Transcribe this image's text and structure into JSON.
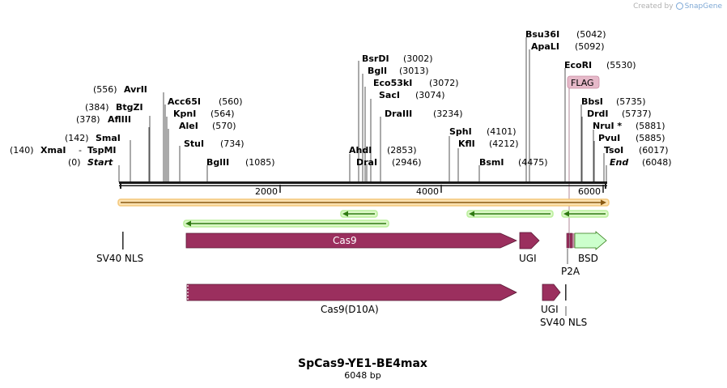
{
  "credit": {
    "prefix": "Created by",
    "brand": "SnapGene"
  },
  "map": {
    "title": "SpCas9-YE1-BE4max",
    "length_label": "6048 bp",
    "ruler_ticks": [
      {
        "pos": 2000,
        "label": "2000"
      },
      {
        "pos": 4000,
        "label": "4000"
      },
      {
        "pos": 6000,
        "label": "6000"
      }
    ]
  },
  "sites": [
    {
      "name": "Start",
      "pos": "(0)",
      "left_pos": true
    },
    {
      "name": "XmaI",
      "pos": "(140)",
      "left_pos": true
    },
    {
      "name": "TspMI",
      "pos": "",
      "left_pos": false
    },
    {
      "name": "SmaI",
      "pos": "(142)",
      "left_pos": true
    },
    {
      "name": "AflIII",
      "pos": "(378)",
      "left_pos": true
    },
    {
      "name": "BtgZI",
      "pos": "(384)",
      "left_pos": true
    },
    {
      "name": "AvrII",
      "pos": "(556)",
      "left_pos": true
    },
    {
      "name": "Acc65I",
      "pos": "(560)",
      "left_pos": false
    },
    {
      "name": "KpnI",
      "pos": "(564)",
      "left_pos": false
    },
    {
      "name": "AleI",
      "pos": "(570)",
      "left_pos": false
    },
    {
      "name": "StuI",
      "pos": "(734)",
      "left_pos": false
    },
    {
      "name": "BglII",
      "pos": "(1085)",
      "left_pos": false
    },
    {
      "name": "BsrDI",
      "pos": "(3002)",
      "left_pos": false
    },
    {
      "name": "BglI",
      "pos": "(3013)",
      "left_pos": false
    },
    {
      "name": "Eco53kI",
      "pos": "(3072)",
      "left_pos": false
    },
    {
      "name": "SacI",
      "pos": "(3074)",
      "left_pos": false
    },
    {
      "name": "DraIII",
      "pos": "(3234)",
      "left_pos": false
    },
    {
      "name": "AhdI",
      "pos": "(2853)",
      "left_pos": false
    },
    {
      "name": "DraI",
      "pos": "(2946)",
      "left_pos": false
    },
    {
      "name": "SphI",
      "pos": "(4101)",
      "left_pos": false
    },
    {
      "name": "KflI",
      "pos": "(4212)",
      "left_pos": false
    },
    {
      "name": "BsmI",
      "pos": "(4475)",
      "left_pos": false
    },
    {
      "name": "Bsu36I",
      "pos": "(5042)",
      "left_pos": false
    },
    {
      "name": "ApaLI",
      "pos": "(5092)",
      "left_pos": false
    },
    {
      "name": "EcoRI",
      "pos": "(5530)",
      "left_pos": false
    },
    {
      "name": "BbsI",
      "pos": "(5735)",
      "left_pos": false
    },
    {
      "name": "DrdI",
      "pos": "(5737)",
      "left_pos": false
    },
    {
      "name": "NruI *",
      "pos": "(5881)",
      "left_pos": false
    },
    {
      "name": "PvuI",
      "pos": "(5885)",
      "left_pos": false
    },
    {
      "name": "TsoI",
      "pos": "(6017)",
      "left_pos": false
    },
    {
      "name": "End",
      "pos": "(6048)",
      "left_pos": false
    }
  ],
  "features": {
    "flag": "FLAG",
    "sv40_nls_top": "SV40 NLS",
    "cas9": "Cas9",
    "ugi_top": "UGI",
    "p2a": "P2A",
    "bsd": "BSD",
    "cas9_d10a": "Cas9(D10A)",
    "ugi_bottom": "UGI",
    "sv40_nls_bottom": "SV40 NLS"
  },
  "colors": {
    "cas9": "#9b2f5e",
    "bsd": "#ccffcc",
    "flag": "#e6b9c9",
    "orf_outline": "#f4c77a",
    "orf_line": "#8a5a12",
    "green_arrow": "#2f7a12",
    "green_halo": "#b9ef9a"
  }
}
